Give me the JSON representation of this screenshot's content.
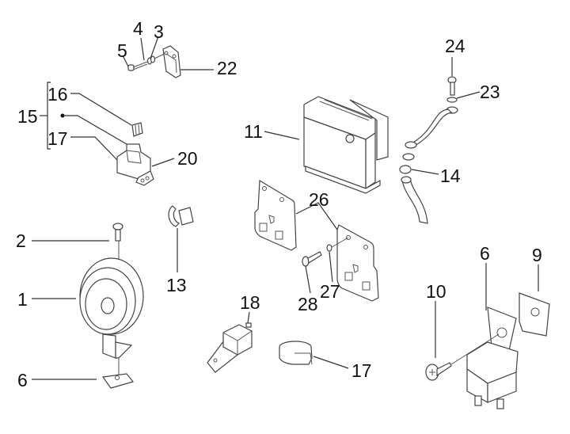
{
  "diagram": {
    "type": "exploded-parts-diagram",
    "subject": "electrical components (horn, battery, relays, fuse, brackets)",
    "callouts": [
      {
        "id": "c1",
        "label": "1",
        "part": "horn"
      },
      {
        "id": "c2",
        "label": "2",
        "part": "horn bolt"
      },
      {
        "id": "c3",
        "label": "3",
        "part": "washer"
      },
      {
        "id": "c4",
        "label": "4",
        "part": "spring washer"
      },
      {
        "id": "c5",
        "label": "5",
        "part": "screw"
      },
      {
        "id": "c6a",
        "label": "6",
        "part": "horn clip nut"
      },
      {
        "id": "c6b",
        "label": "6",
        "part": "relay"
      },
      {
        "id": "c9",
        "label": "9",
        "part": "clip nut"
      },
      {
        "id": "c10",
        "label": "10",
        "part": "self-tapping screw"
      },
      {
        "id": "c11",
        "label": "11",
        "part": "battery"
      },
      {
        "id": "c13",
        "label": "13",
        "part": "clip"
      },
      {
        "id": "c14",
        "label": "14",
        "part": "hose clamp / breather hose"
      },
      {
        "id": "c15",
        "label": "15",
        "part": "starter relay assembly"
      },
      {
        "id": "c16",
        "label": "16",
        "part": "fuse"
      },
      {
        "id": "c17a",
        "label": "17",
        "part": "relay cover"
      },
      {
        "id": "c17b",
        "label": "17",
        "part": "rubber cap"
      },
      {
        "id": "c18",
        "label": "18",
        "part": "relay"
      },
      {
        "id": "c20",
        "label": "20",
        "part": "starter relay"
      },
      {
        "id": "c22",
        "label": "22",
        "part": "bracket"
      },
      {
        "id": "c23",
        "label": "23",
        "part": "washer"
      },
      {
        "id": "c24",
        "label": "24",
        "part": "bolt"
      },
      {
        "id": "c26",
        "label": "26",
        "part": "battery brackets"
      },
      {
        "id": "c27",
        "label": "27",
        "part": "washer"
      },
      {
        "id": "c28",
        "label": "28",
        "part": "screw"
      }
    ]
  }
}
